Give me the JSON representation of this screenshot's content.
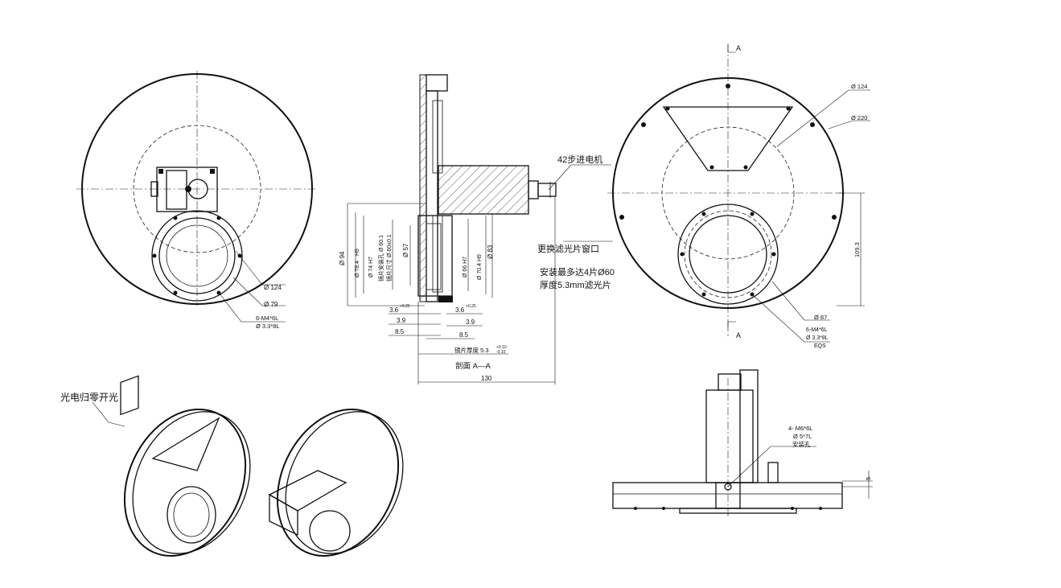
{
  "colors": {
    "line": "#111111",
    "background": "#ffffff"
  },
  "front_left": {
    "dims": {
      "d124": "Ø 124",
      "d79": "Ø 79",
      "holes_a": "6-M4*6L",
      "holes_b": "Ø 3.3*8L"
    }
  },
  "section": {
    "stepper_label": "42步进电机",
    "caption": "剖面 A—A",
    "width_dim": "130",
    "vertical_dims": {
      "d94": "Ø 94",
      "d784": "Ø 78.4",
      "h9_a": "H9",
      "d74": "Ø 74 H7",
      "mount_hole": "镜片安装孔 Ø 60.1",
      "lens_size": "镜片尺寸 Ø 60±0.1",
      "d57": "Ø 57",
      "d66": "Ø 66 H7",
      "d704": "Ø 70.4 H9",
      "d83": "Ø 83"
    },
    "horizontal_dims": {
      "d36a": "3.6",
      "d39a": "3.9",
      "d85a": "8.5",
      "d36b": "3.6",
      "d39b": "3.9",
      "d85b": "8.5",
      "thickness": "镜片厚度 5.3"
    },
    "tolerances": {
      "plus": "+0.10",
      "minus": "-0.10",
      "t025": "+0.25",
      "t0": "0"
    }
  },
  "notes": {
    "window": "更换滤光片窗口",
    "capacity": "安装最多达4片Ø60",
    "thickness": "厚度5.3mm滤光片"
  },
  "front_right": {
    "section_mark": "A",
    "dims": {
      "d124": "Ø 124",
      "d220": "Ø 220",
      "h1093": "109.3",
      "d87": "Ø 87",
      "holes_a": "6-M4*6L",
      "holes_b": "Ø 3.3*8L",
      "eqs": "EQS"
    }
  },
  "iso": {
    "home_switch": "光电归零开光"
  },
  "side": {
    "mount_a": "4- M6*6L",
    "mount_b": "Ø 5*7L",
    "mount_c": "安装孔",
    "d5": "5"
  }
}
